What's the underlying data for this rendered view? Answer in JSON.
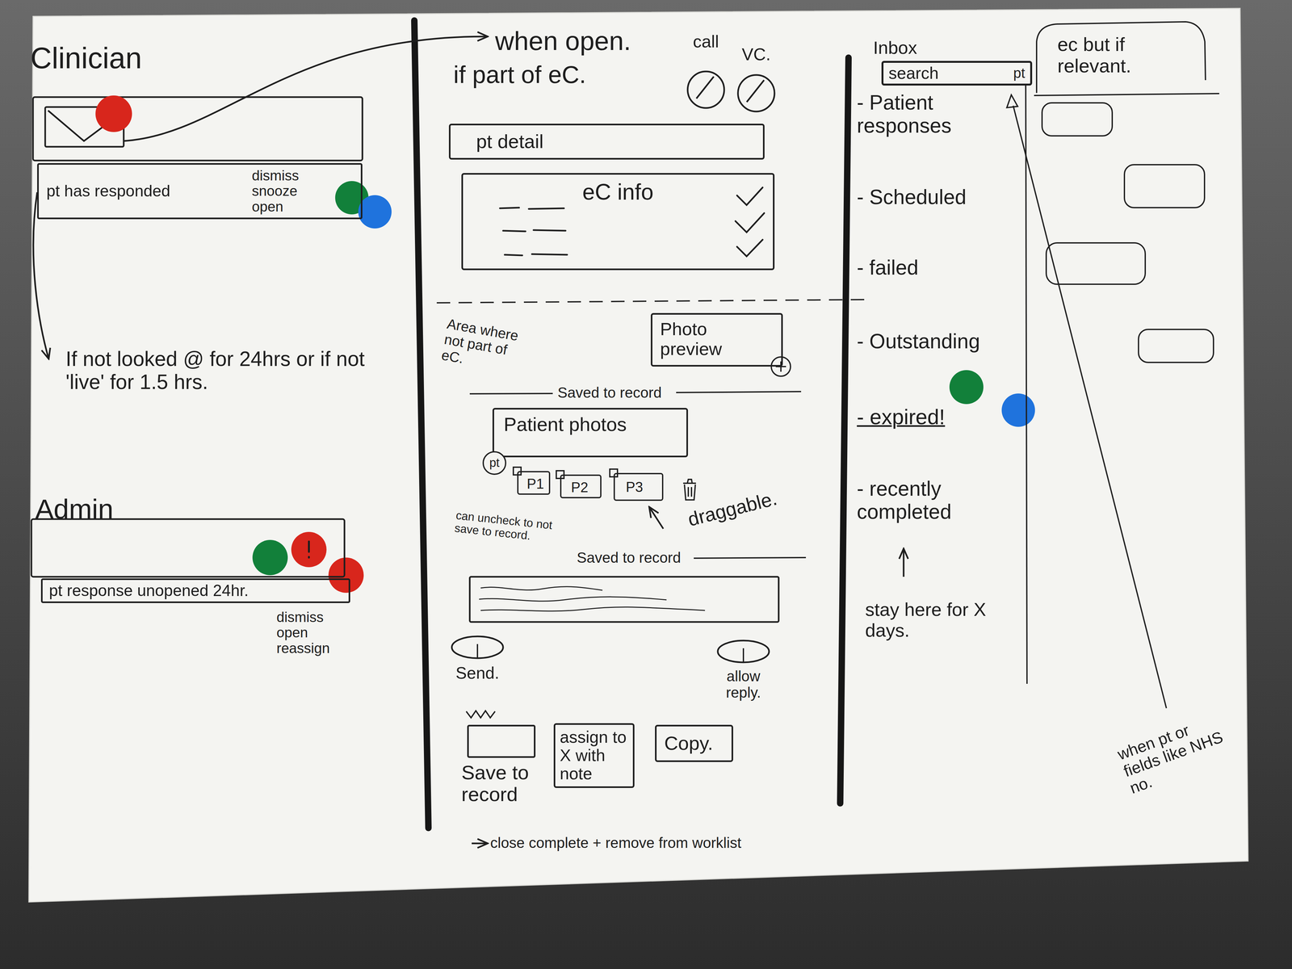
{
  "diagram": {
    "nodes": [
      {
        "text": [
          "pt has responded",
          "dismiss snooze open"
        ]
      },
      {
        "text": [
          "pt response unopened 24hr.",
          "dismiss open reassign"
        ]
      },
      {
        "text": [
          "call"
        ]
      },
      {
        "text": [
          "VC."
        ]
      },
      {
        "text": [
          "pt detail"
        ]
      },
      {
        "text": [
          "eC info"
        ]
      },
      {
        "text": [
          "Photo preview"
        ]
      },
      {
        "text": [
          "Patient photos"
        ]
      },
      {
        "text": [
          "pt"
        ]
      },
      {
        "text": [
          "P1"
        ]
      },
      {
        "text": [
          "P2"
        ]
      },
      {
        "text": [
          "P3"
        ]
      },
      {
        "text": [
          "Send."
        ]
      },
      {
        "text": [
          "allow reply."
        ]
      },
      {
        "text": [
          "Save to record"
        ]
      },
      {
        "text": [
          "assign to X with note"
        ]
      },
      {
        "text": [
          "Copy."
        ]
      },
      {
        "text": [
          "search",
          "pt"
        ]
      }
    ],
    "labels": [
      "Clinician",
      "If not looked @ for 24hrs or if not 'live' for 1.5 hrs.",
      "Admin",
      "when open.",
      "if part of eC.",
      "Area where not part of eC.",
      "Saved to record",
      "draggable.",
      "can uncheck to not save to record.",
      "Saved to record",
      "close complete + remove from worklist",
      "Inbox",
      "- Patient responses",
      "- Scheduled",
      "- failed",
      "- Outstanding",
      "- expired!",
      "- recently completed",
      "stay here for X days.",
      "ec but if relevant.",
      "when pt or fields like NHS no."
    ]
  }
}
